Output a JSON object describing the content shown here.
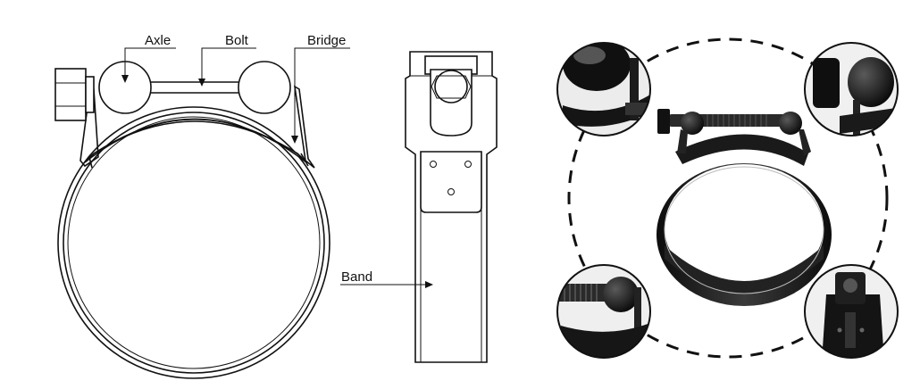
{
  "labels": {
    "axle": "Axle",
    "bolt": "Bolt",
    "bridge": "Bridge",
    "band": "Band"
  },
  "colors": {
    "line": "#111111",
    "product": "#1a1a1a",
    "background": "#ffffff"
  },
  "detail_views": [
    "rear-axle-closeup",
    "bolt-head-closeup",
    "bolt-thread-closeup",
    "end-view-closeup"
  ]
}
